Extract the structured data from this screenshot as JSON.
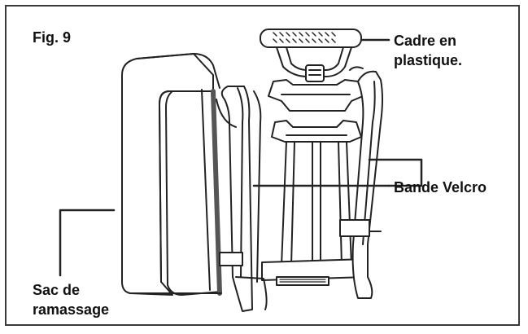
{
  "figure": {
    "label": "Fig. 9"
  },
  "callouts": {
    "cadre": {
      "line1": "Cadre en",
      "line2": "plastique."
    },
    "bande": {
      "line1": "Bande Velcro"
    },
    "sac": {
      "line1": "Sac de",
      "line2": "ramassage"
    }
  },
  "colors": {
    "frame": "#3a3a3a",
    "ink": "#222222",
    "accent_stripe": "#555555"
  }
}
